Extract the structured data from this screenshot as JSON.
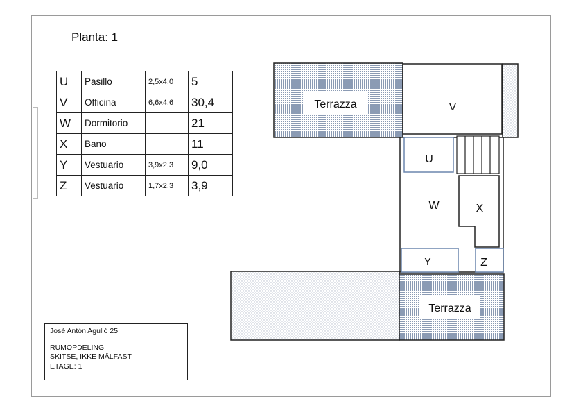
{
  "title": "Planta: 1",
  "rooms": [
    {
      "code": "U",
      "name": "Pasillo",
      "dims": "2,5x4,0",
      "area": "5"
    },
    {
      "code": "V",
      "name": "Officina",
      "dims": "6,6x4,6",
      "area": "30,4"
    },
    {
      "code": "W",
      "name": "Dormitorio",
      "dims": "",
      "area": "21"
    },
    {
      "code": "X",
      "name": "Bano",
      "dims": "",
      "area": "11"
    },
    {
      "code": "Y",
      "name": "Vestuario",
      "dims": "3,9x2,3",
      "area": "9,0"
    },
    {
      "code": "Z",
      "name": "Vestuario",
      "dims": "1,7x2,3",
      "area": "3,9"
    }
  ],
  "plan": {
    "terrace_label": "Terrazza",
    "labels": {
      "U": "U",
      "V": "V",
      "W": "W",
      "X": "X",
      "Y": "Y",
      "Z": "Z"
    }
  },
  "title_block": {
    "address": "José Antón Agulló 25",
    "line1": "RUMOPDELING",
    "line2": "SKITSE, IKKE MÅLFAST",
    "line3": "ETAGE: 1"
  },
  "colors": {
    "hatch_dense": "#8b9bb4",
    "hatch_light": "#c5ccd8",
    "room_border": "#6b86ad",
    "wall": "#222222"
  }
}
